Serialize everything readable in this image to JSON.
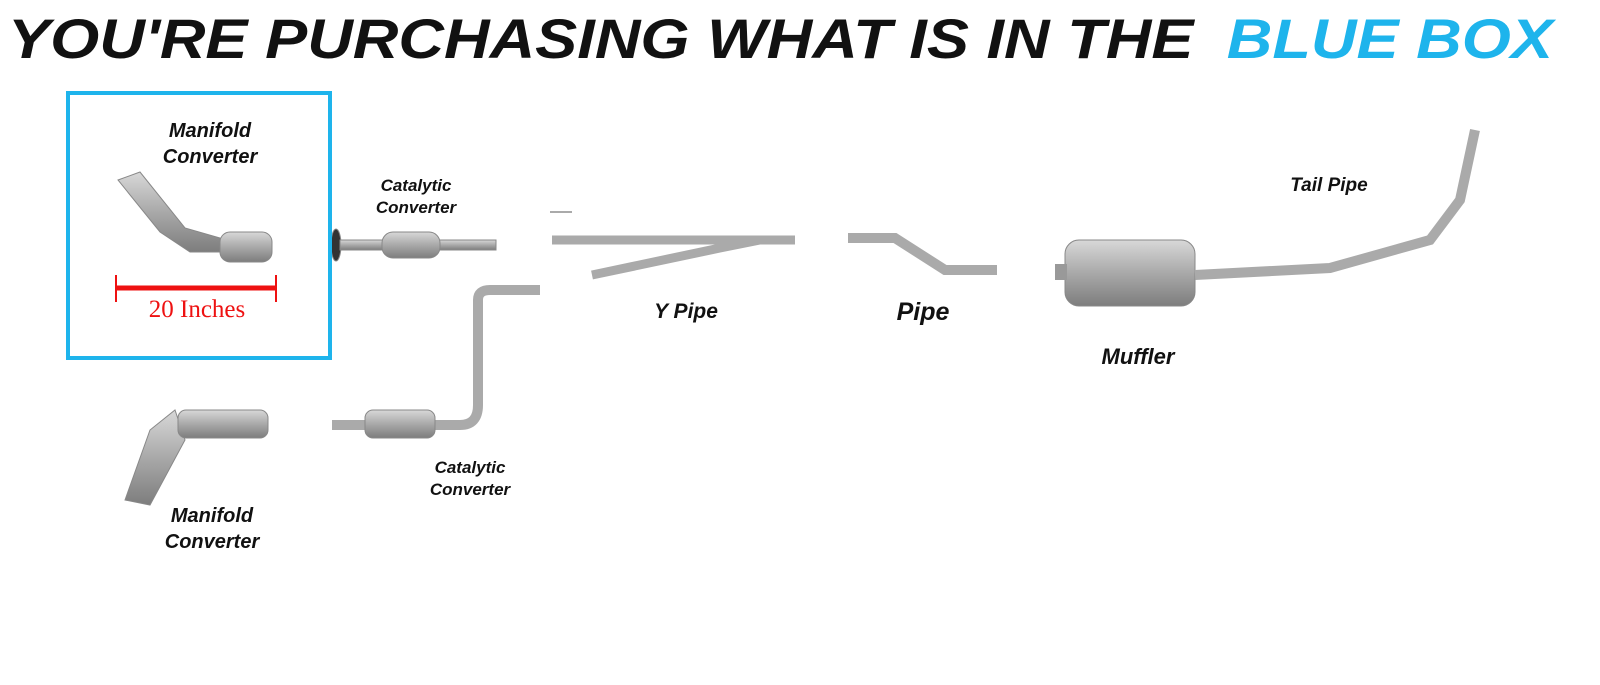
{
  "banner": {
    "prefix": "YOU'RE PURCHASING WHAT IS IN THE",
    "highlight": "BLUE BOX",
    "highlight_color": "#1eb4ec"
  },
  "parts": {
    "manifold_top": {
      "line1": "Manifold",
      "line2": "Converter"
    },
    "measurement": "20 Inches",
    "catalytic_top": {
      "line1": "Catalytic",
      "line2": "Converter"
    },
    "y_pipe": "Y Pipe",
    "pipe": "Pipe",
    "muffler": "Muffler",
    "tail_pipe": "Tail Pipe",
    "catalytic_bottom": {
      "line1": "Catalytic",
      "line2": "Converter"
    },
    "manifold_bottom": {
      "line1": "Manifold",
      "line2": "Converter"
    }
  }
}
